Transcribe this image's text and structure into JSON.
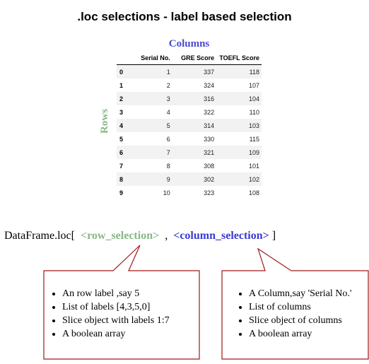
{
  "title": ".loc selections - label based selection",
  "columns_label": "Columns",
  "rows_label": "Rows",
  "table": {
    "headers": [
      "",
      "Serial No.",
      "GRE Score",
      "TOEFL Score"
    ],
    "rows": [
      {
        "index": "0",
        "cells": [
          "1",
          "337",
          "118"
        ]
      },
      {
        "index": "1",
        "cells": [
          "2",
          "324",
          "107"
        ]
      },
      {
        "index": "2",
        "cells": [
          "3",
          "316",
          "104"
        ]
      },
      {
        "index": "3",
        "cells": [
          "4",
          "322",
          "110"
        ]
      },
      {
        "index": "4",
        "cells": [
          "5",
          "314",
          "103"
        ]
      },
      {
        "index": "5",
        "cells": [
          "6",
          "330",
          "115"
        ]
      },
      {
        "index": "6",
        "cells": [
          "7",
          "321",
          "109"
        ]
      },
      {
        "index": "7",
        "cells": [
          "8",
          "308",
          "101"
        ]
      },
      {
        "index": "8",
        "cells": [
          "9",
          "302",
          "102"
        ]
      },
      {
        "index": "9",
        "cells": [
          "10",
          "323",
          "108"
        ]
      }
    ]
  },
  "syntax": {
    "prefix": "DataFrame.loc[",
    "row_selection": "<row_selection>",
    "separator": ",",
    "column_selection": "<column_selection>",
    "suffix": "]"
  },
  "row_callout": {
    "items": [
      "An row label ,say 5",
      "List of labels [4,3,5,0]",
      "Slice object with labels 1:7",
      "A boolean array"
    ]
  },
  "column_callout": {
    "items": [
      "A Column,say 'Serial No.'",
      "List of columns",
      "Slice object of columns",
      "A boolean array"
    ]
  },
  "colors": {
    "columns_label": "#4a4ad0",
    "rows_label": "#86b886",
    "callout_border": "#a01818"
  }
}
